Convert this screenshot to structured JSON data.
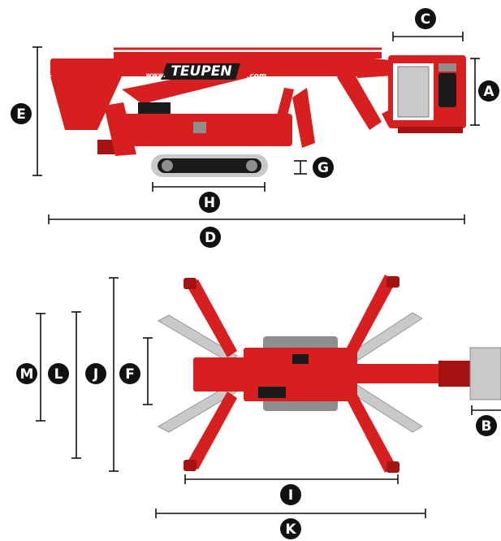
{
  "brand": {
    "logo_text": "TEUPEN",
    "logo_suffix": ".com",
    "website_prefix": "www."
  },
  "colors": {
    "machine_red": "#d81f1f",
    "machine_dark_red": "#a51212",
    "track_grey": "#8e8e8e",
    "label_black": "#111111"
  },
  "dimension_labels": {
    "A": "A",
    "B": "B",
    "C": "C",
    "D": "D",
    "E": "E",
    "F": "F",
    "G": "G",
    "H": "H",
    "I": "I",
    "J": "J",
    "K": "K",
    "L": "L",
    "M": "M"
  },
  "views": [
    "side-view",
    "top-view"
  ]
}
